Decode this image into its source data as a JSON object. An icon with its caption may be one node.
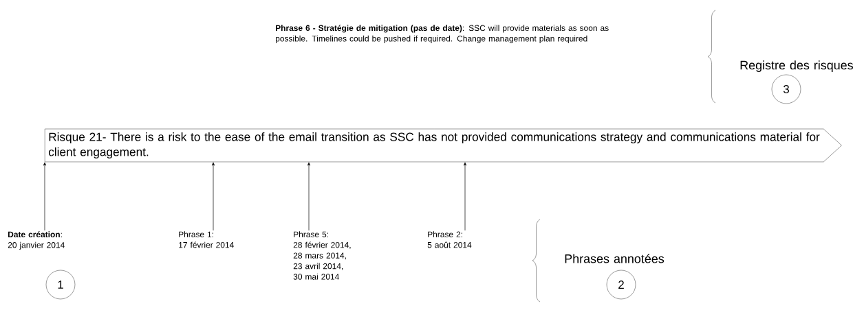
{
  "diagram": {
    "nodes": [
      {
        "text": [
          "3"
        ]
      },
      {
        "text": [
          "Risque 21- There is a risk to the ease of the email transition as SSC has not provided communications strategy and communications material for client engagement."
        ]
      },
      {
        "text": [
          "**Date création**:",
          "20 janvier 2014"
        ]
      },
      {
        "text": [
          "Phrase 1:",
          "17 février 2014"
        ]
      },
      {
        "text": [
          "Phrase 5:",
          "28 février 2014, 28 mars 2014, 23 avril 2014, 30 mai 2014"
        ]
      },
      {
        "text": [
          "Phrase 2:",
          "5 août 2014"
        ]
      },
      {
        "text": [
          "1"
        ]
      },
      {
        "text": [
          "2"
        ]
      }
    ],
    "edges": [
      {
        "from": 2,
        "to": 1,
        "arrow": "to"
      },
      {
        "from": 3,
        "to": 1,
        "arrow": "to"
      },
      {
        "from": 4,
        "to": 1,
        "arrow": "to"
      },
      {
        "from": 5,
        "to": 1,
        "arrow": "to"
      }
    ],
    "labels": [
      "**Phrase 6 - Stratégie de mitigation (pas de date)**: SSC will provide materials as soon as possible. Timelines could be pushed if required. Change management plan required",
      "Registre des risques",
      "Phrases annotées"
    ]
  }
}
